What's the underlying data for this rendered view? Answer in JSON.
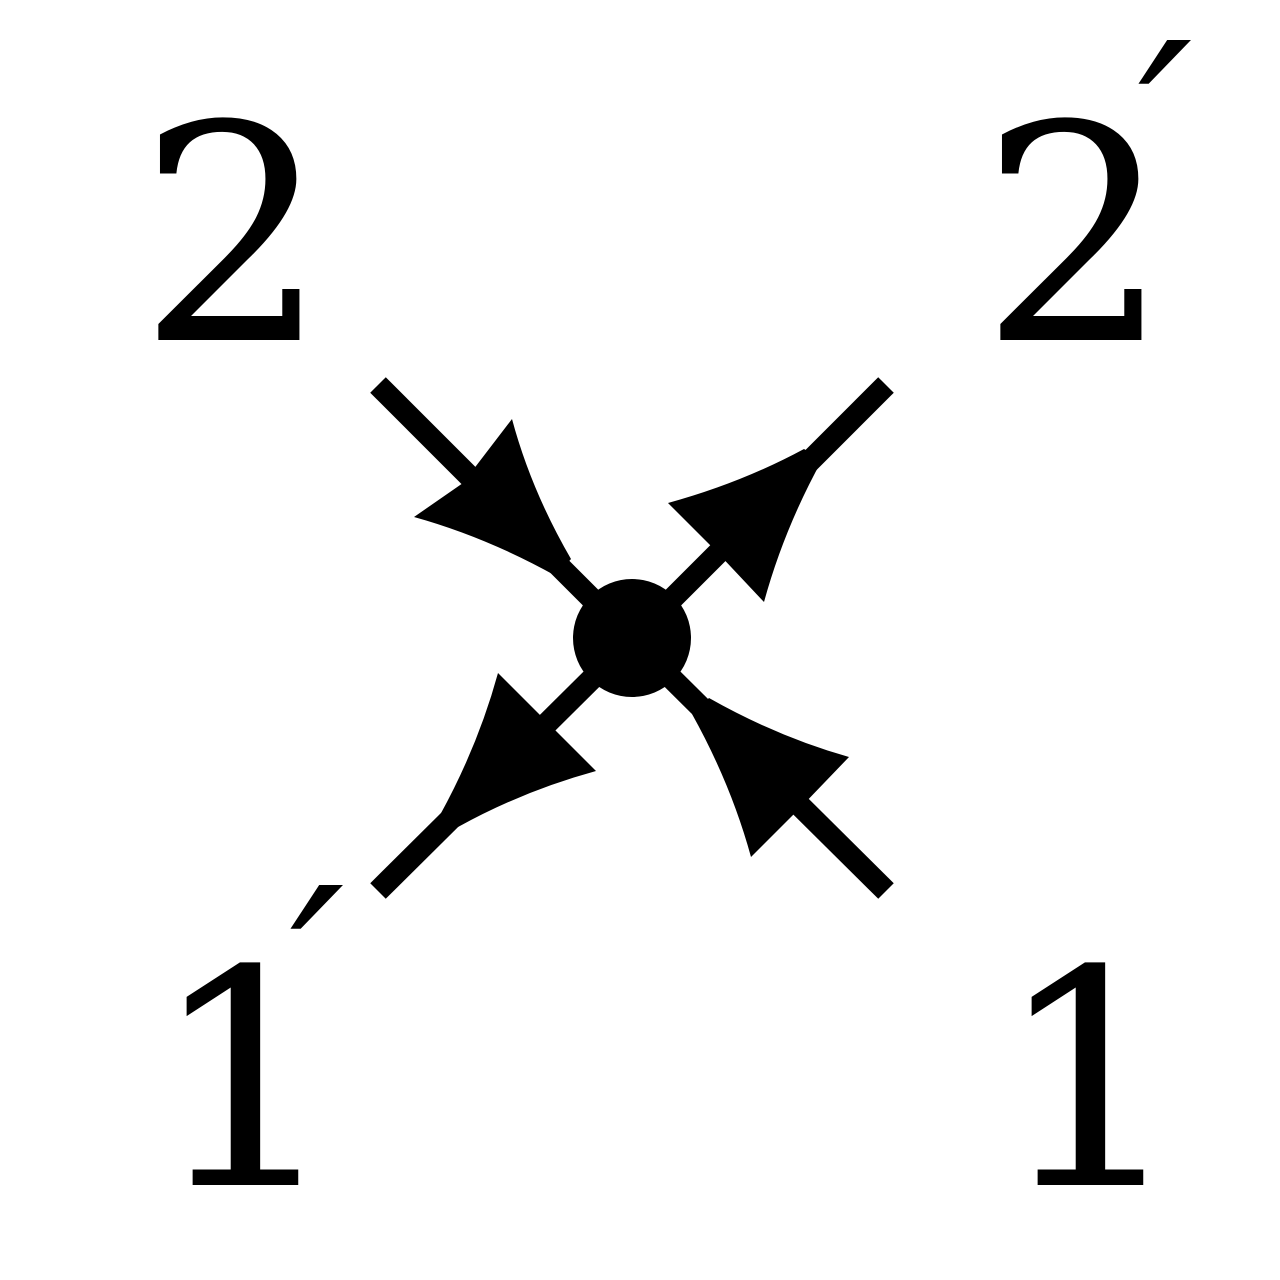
{
  "diagram": {
    "labels": {
      "top_left": "2",
      "top_right": "2",
      "top_right_prime": "′",
      "bottom_left": "1",
      "bottom_left_prime": "′",
      "bottom_right": "1"
    },
    "legs": [
      {
        "id": "leg-2",
        "endpoint": "top-left",
        "arrow": "toward-vertex"
      },
      {
        "id": "leg-2prime",
        "endpoint": "top-right",
        "arrow": "away-from-vertex"
      },
      {
        "id": "leg-1prime",
        "endpoint": "bottom-left",
        "arrow": "away-from-vertex"
      },
      {
        "id": "leg-1",
        "endpoint": "bottom-right",
        "arrow": "toward-vertex"
      }
    ],
    "vertex": "filled-dot",
    "color": "#000000"
  }
}
